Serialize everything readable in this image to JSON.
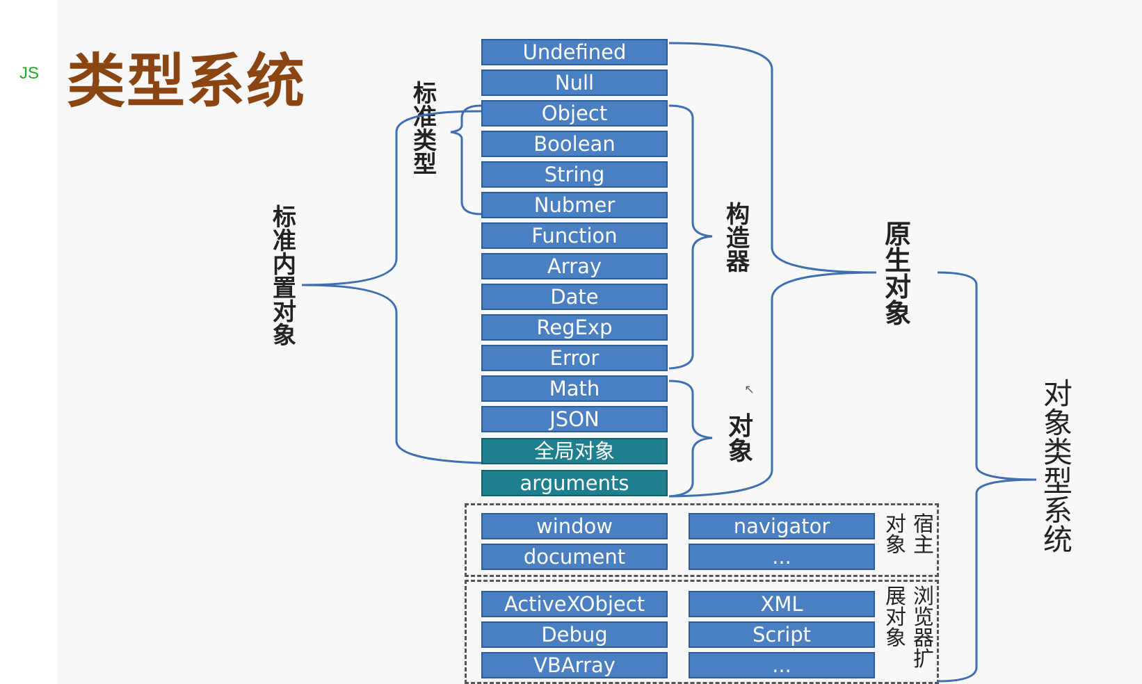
{
  "header": {
    "tag": "JS",
    "title": "类型系统"
  },
  "stack": [
    "Undefined",
    "Null",
    "Object",
    "Boolean",
    "String",
    "Nubmer",
    "Function",
    "Array",
    "Date",
    "RegExp",
    "Error",
    "Math",
    "JSON",
    "全局对象",
    "arguments"
  ],
  "groups": {
    "standard_types": "标准类型",
    "standard_builtin": "标准内置对象",
    "constructors": "构造器",
    "objects": "对象",
    "native_objects": "原生对象",
    "object_type_system": "对象类型系统",
    "host_objects": "宿主对象",
    "browser_ext": "浏览器扩展对象"
  },
  "host": {
    "col1": [
      "window",
      "document"
    ],
    "col2": [
      "navigator",
      "..."
    ]
  },
  "browser": {
    "col1": [
      "ActiveXObject",
      "Debug",
      "VBArray"
    ],
    "col2": [
      "XML",
      "Script",
      "..."
    ]
  },
  "colors": {
    "box": "#4a7fc1",
    "teal": "#1f7f8f",
    "brace": "#3f6fb0",
    "title": "#8b4513"
  }
}
